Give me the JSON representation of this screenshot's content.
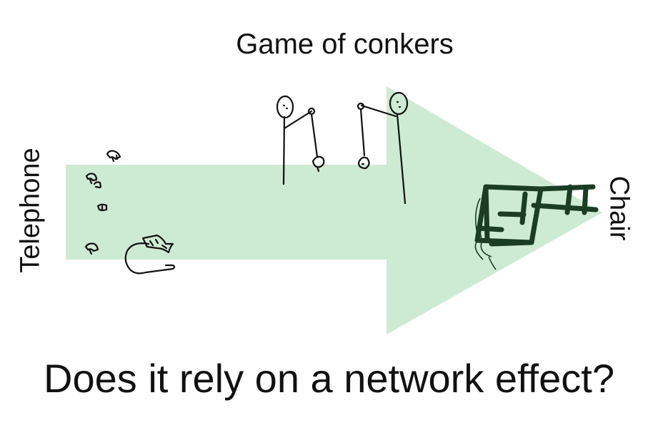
{
  "diagram": {
    "top_label": "Game of conkers",
    "left_label": "Telephone",
    "right_label": "Chair",
    "bottom_label": "Does it rely on a network effect?",
    "arrow_color": "#cdebd3",
    "icons": [
      "telephone-sketch-icon",
      "conker-players-sketch-icon",
      "chair-sketch-icon"
    ]
  }
}
